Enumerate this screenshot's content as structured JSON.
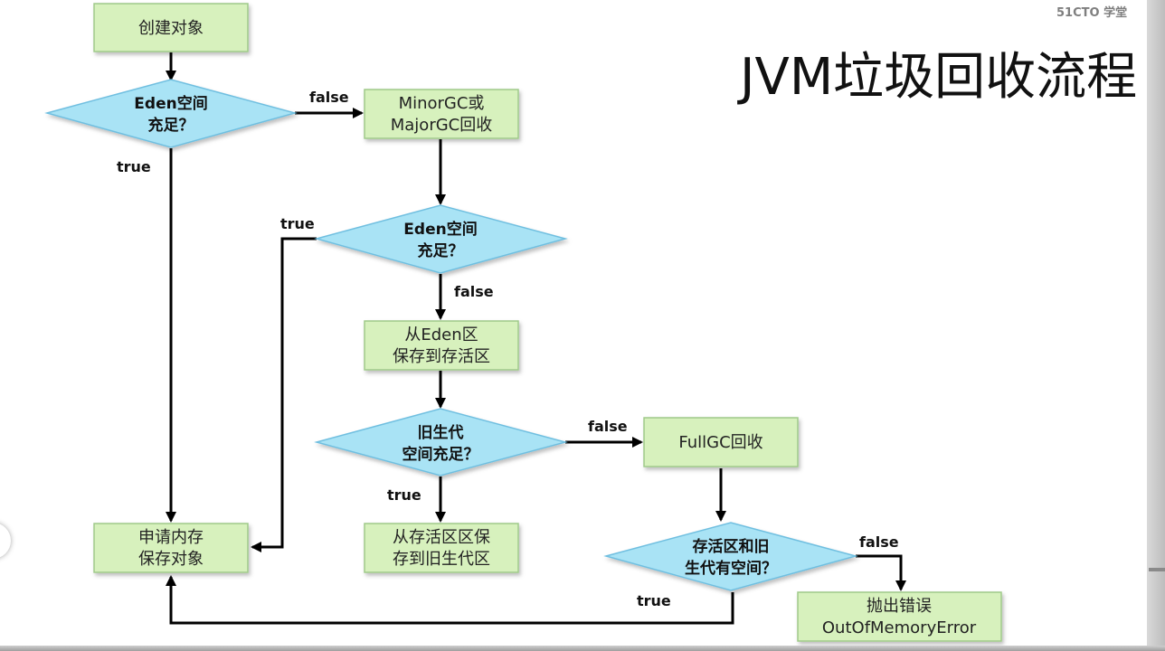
{
  "title": "JVM垃圾回收流程",
  "brand": "51CTO 学堂",
  "colors": {
    "process_fill": "#d7f1bd",
    "process_stroke": "#9fc98a",
    "decision_fill": "#a9e3f5",
    "decision_stroke": "#6fbfe0",
    "arrow": "#000000"
  },
  "nodes": {
    "create_object": [
      "创建对象"
    ],
    "eden_check_1": [
      "Eden空间",
      "充足？"
    ],
    "minor_gc": [
      "MinorGC或",
      "MajorGC回收"
    ],
    "eden_check_2": [
      "Eden空间",
      "充足？"
    ],
    "eden_to_survivor": [
      "从Eden区",
      "保存到存活区"
    ],
    "old_gen_check": [
      "旧生代",
      "空间充足？"
    ],
    "full_gc": [
      "FullGC回收"
    ],
    "survivor_to_old": [
      "从存活区区保",
      "存到旧生代区"
    ],
    "survivor_old_check": [
      "存活区和旧",
      "生代有空间？"
    ],
    "allocate_memory": [
      "申请内存",
      "保存对象"
    ],
    "throw_error": [
      "抛出错误",
      "OutOfMemoryError"
    ]
  },
  "edge_labels": {
    "e1_false": "false",
    "e1_true": "true",
    "e2_true": "true",
    "e2_false": "false",
    "e3_false": "false",
    "e3_true": "true",
    "e4_false": "false",
    "e4_true": "true"
  }
}
